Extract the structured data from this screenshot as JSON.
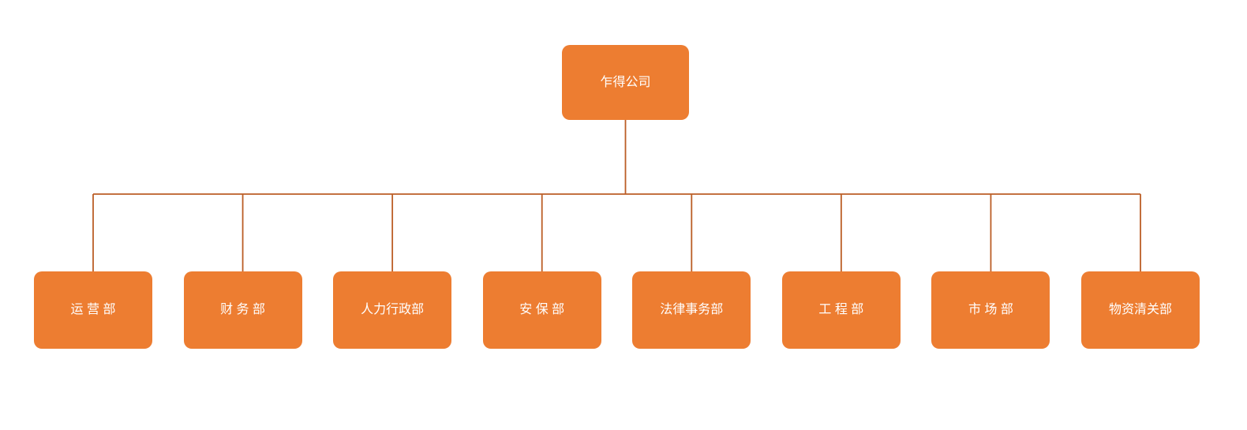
{
  "diagram": {
    "type": "org-chart",
    "root": {
      "label": "乍得公司"
    },
    "children": [
      {
        "label": "运 营 部"
      },
      {
        "label": "财 务 部"
      },
      {
        "label": "人力行政部"
      },
      {
        "label": "安 保 部"
      },
      {
        "label": "法律事务部"
      },
      {
        "label": "工 程 部"
      },
      {
        "label": "市 场 部"
      },
      {
        "label": "物资清关部"
      }
    ]
  },
  "colors": {
    "node_fill": "#ED7D31",
    "node_text": "#FFFFFF",
    "connector": "#BB5E26",
    "background": "#FFFFFF"
  }
}
